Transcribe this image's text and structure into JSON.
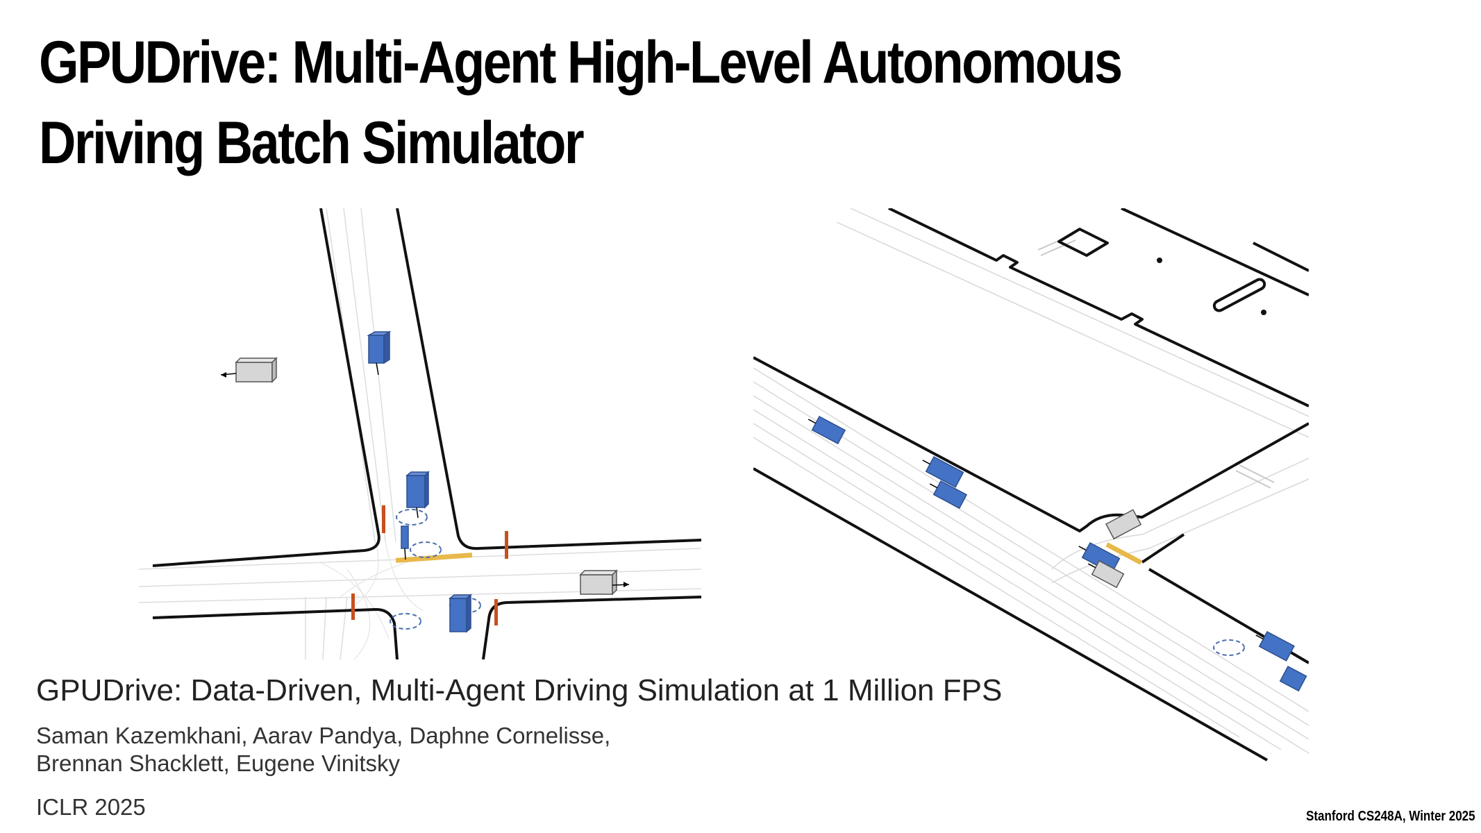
{
  "slide": {
    "title": "GPUDrive: Multi-Agent High-Level Autonomous Driving Batch Simulator",
    "footer": "Stanford CS248A, Winter 2025"
  },
  "paper": {
    "title": "GPUDrive: Data-Driven, Multi-Agent Driving Simulation at 1 Million FPS",
    "authors_line1": "Saman Kazemkhani, Aarav Pandya, Daphne Cornelisse,",
    "authors_line2": "Brennan Shacklett, Eugene Vinitsky",
    "venue": "ICLR 2025"
  },
  "colors": {
    "agent": "#4472c4",
    "agent_edge": "#2c4f8f",
    "static_vehicle": "#d6d6d6",
    "stop_bar": "#e8b84a",
    "road_edge_marker": "#c8501e",
    "road_edge": "#111111",
    "lane": "#dddddd",
    "goal": "#4a6fb0"
  }
}
